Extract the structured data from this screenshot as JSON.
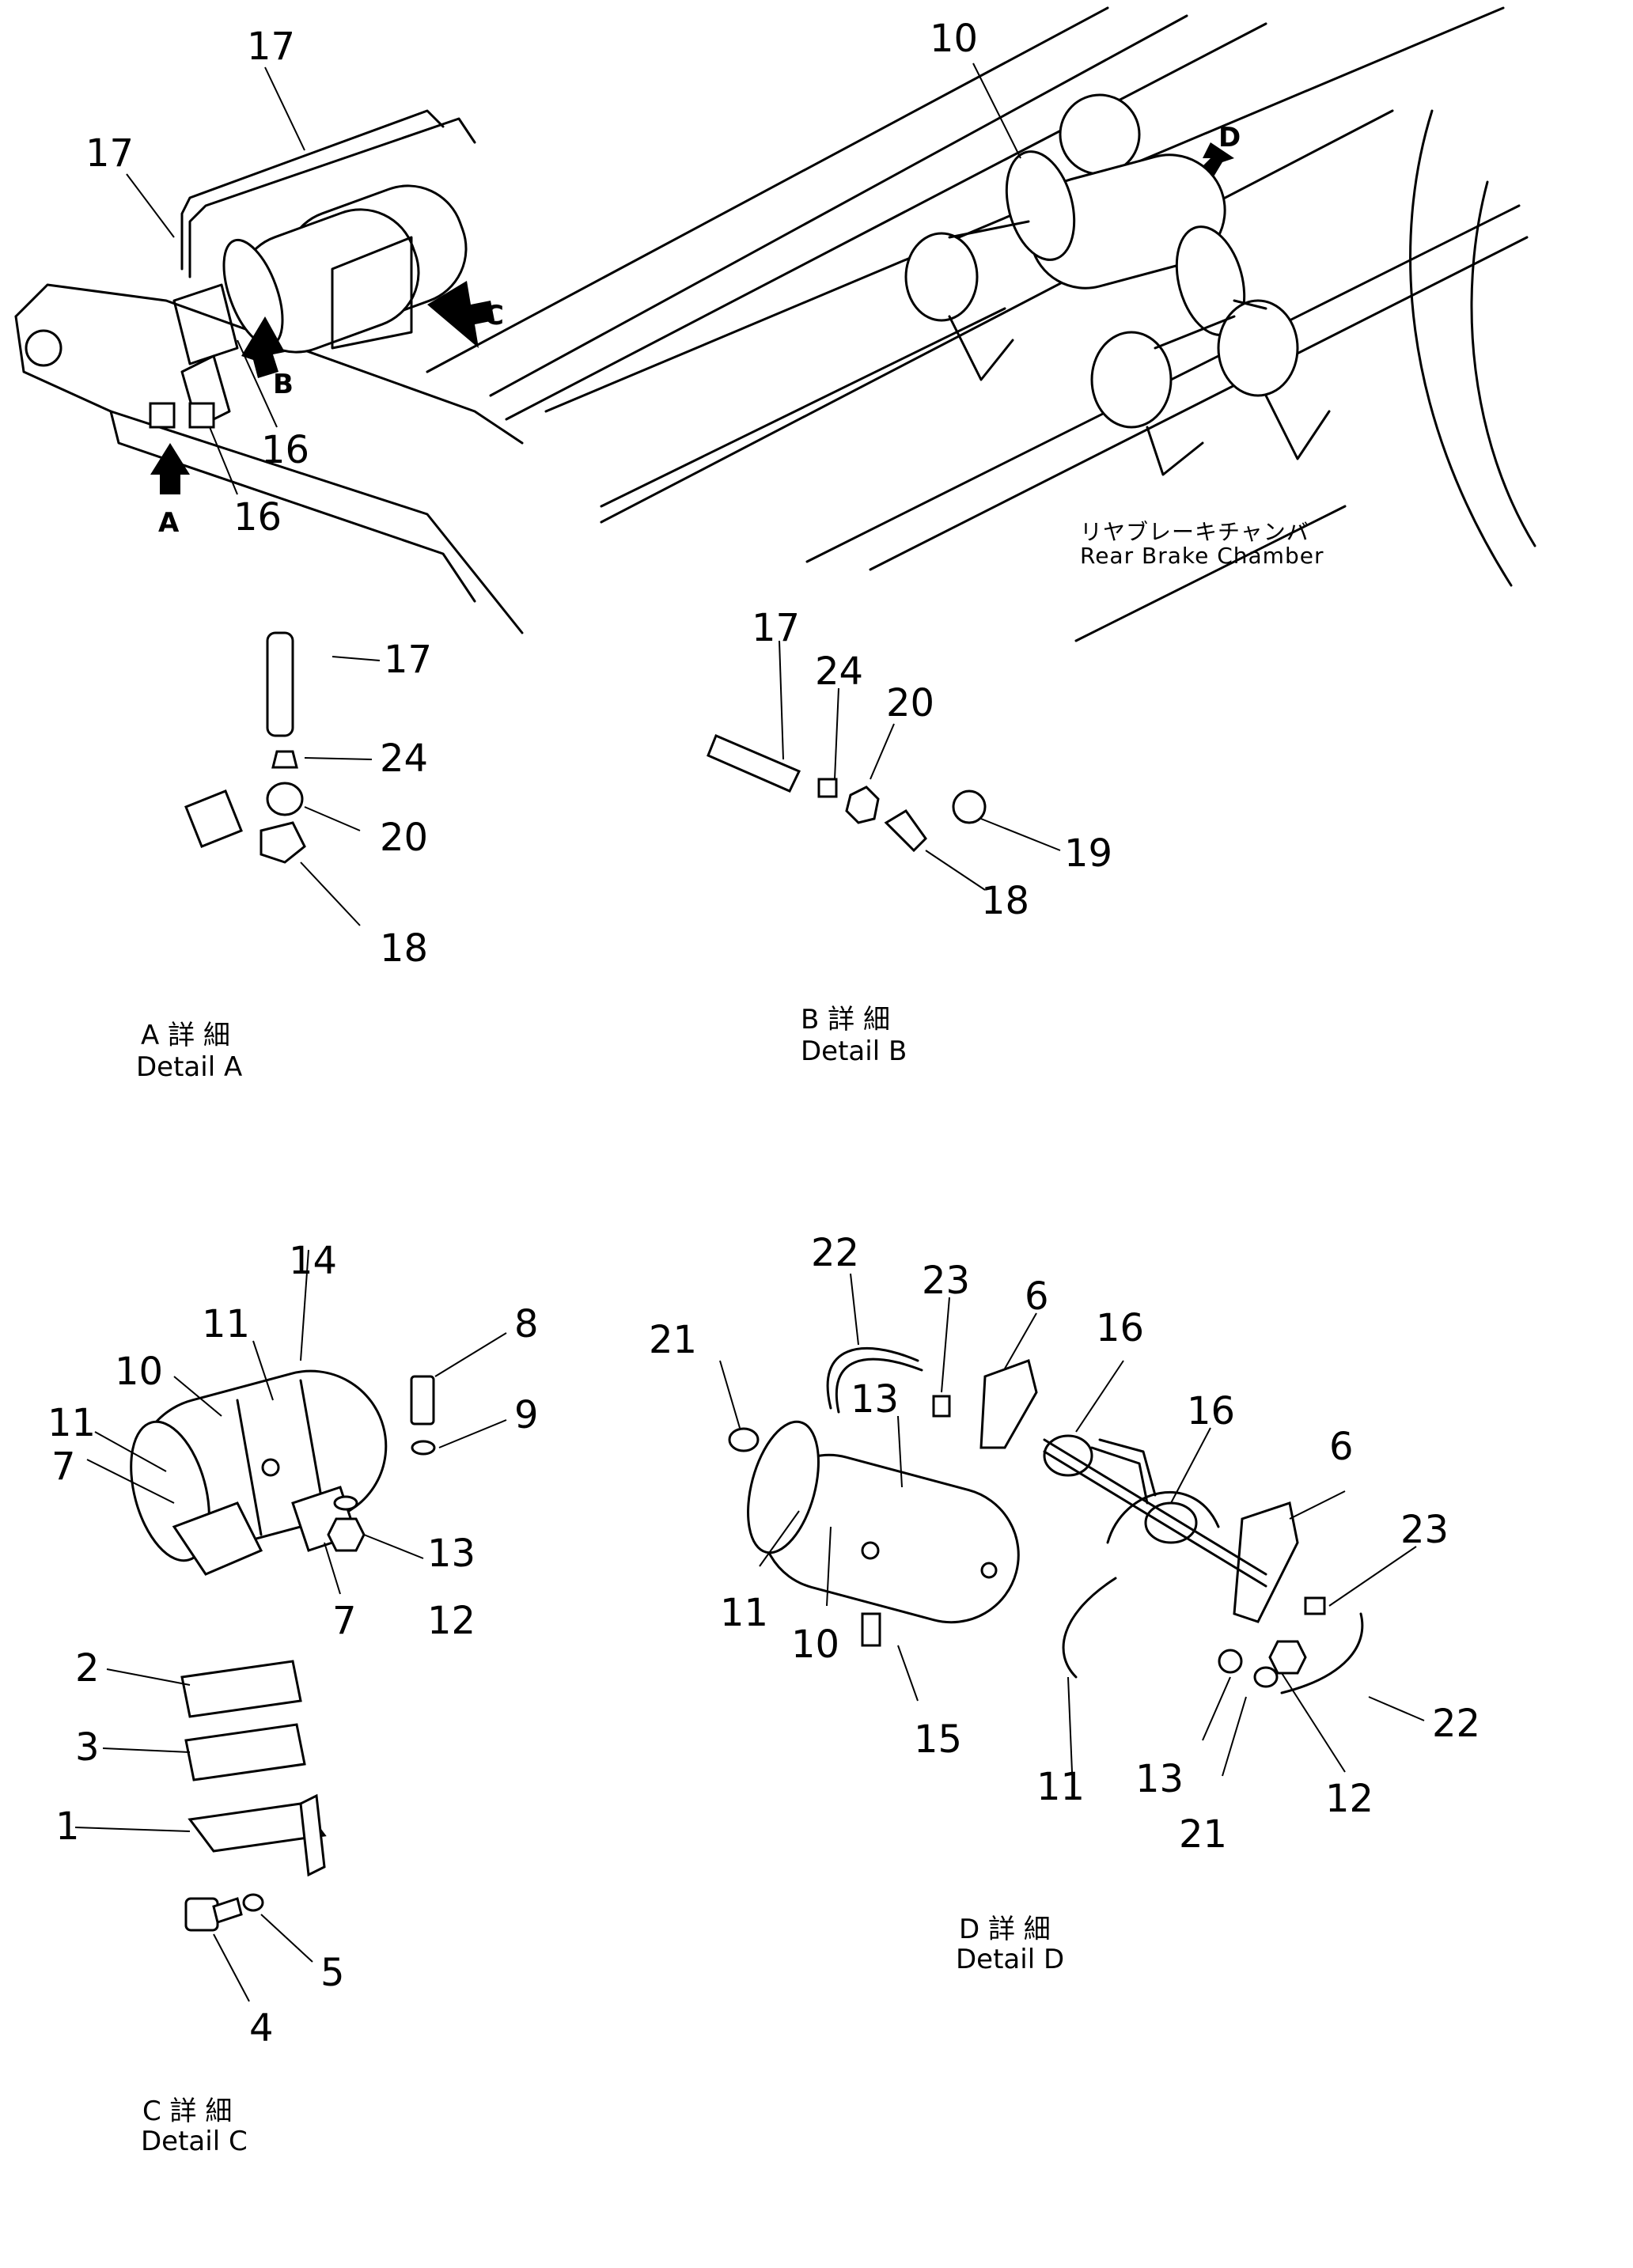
{
  "callouts": {
    "main": [
      "17",
      "17",
      "16",
      "16",
      "10"
    ],
    "detail_a": [
      "17",
      "24",
      "20",
      "18"
    ],
    "detail_b": [
      "17",
      "24",
      "20",
      "18",
      "19"
    ],
    "detail_c": [
      "14",
      "11",
      "10",
      "11",
      "8",
      "9",
      "13",
      "12",
      "7",
      "7",
      "2",
      "3",
      "1",
      "5",
      "4"
    ],
    "detail_d": [
      "22",
      "23",
      "6",
      "16",
      "16",
      "6",
      "21",
      "13",
      "23",
      "11",
      "10",
      "15",
      "11",
      "13",
      "21",
      "12",
      "22"
    ]
  },
  "view_arrows": [
    "A",
    "B",
    "C",
    "D"
  ],
  "rear_brake": {
    "jp": "リヤブレーキチャンバ",
    "en": "Rear Brake Chamber"
  },
  "details": {
    "a": {
      "jp": "A 詳 細",
      "en": "Detail A"
    },
    "b": {
      "jp": "B 詳 細",
      "en": "Detail B"
    },
    "c": {
      "jp": "C 詳 細",
      "en": "Detail C"
    },
    "d": {
      "jp": "D 詳 細",
      "en": "Detail D"
    }
  }
}
